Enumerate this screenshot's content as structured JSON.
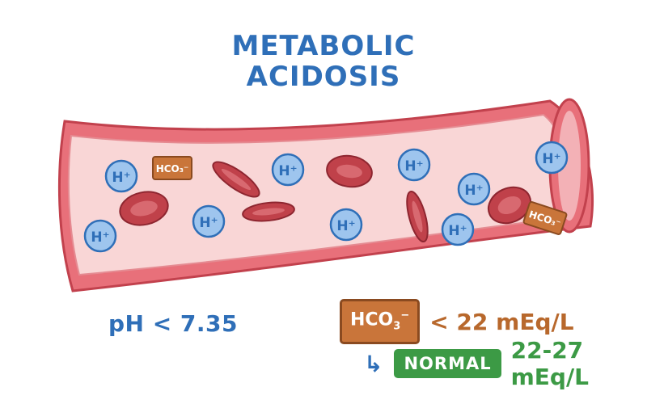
{
  "title": {
    "line1": "METABOLIC",
    "line2": "ACIDOSIS"
  },
  "labels": {
    "h_ion": "H⁺",
    "hco3": "HCO₃⁻"
  },
  "ph_text": "pH < 7.35",
  "hco3_row": {
    "box_main": "HCO",
    "box_sub": "3",
    "box_sup": "−",
    "comparison": "< 22 mEq/L"
  },
  "normal_row": {
    "arrow": "↳",
    "badge": "NORMAL",
    "range": "22-27 mEq/L"
  },
  "colors": {
    "title_blue": "#2f6fb8",
    "vessel_wall": "#e8707a",
    "vessel_inner": "#f9d6d6",
    "rbc": "#c0414a",
    "h_ion_fill": "#9ec5ee",
    "hco3_fill": "#c9753a",
    "normal_green": "#3c9a45"
  }
}
